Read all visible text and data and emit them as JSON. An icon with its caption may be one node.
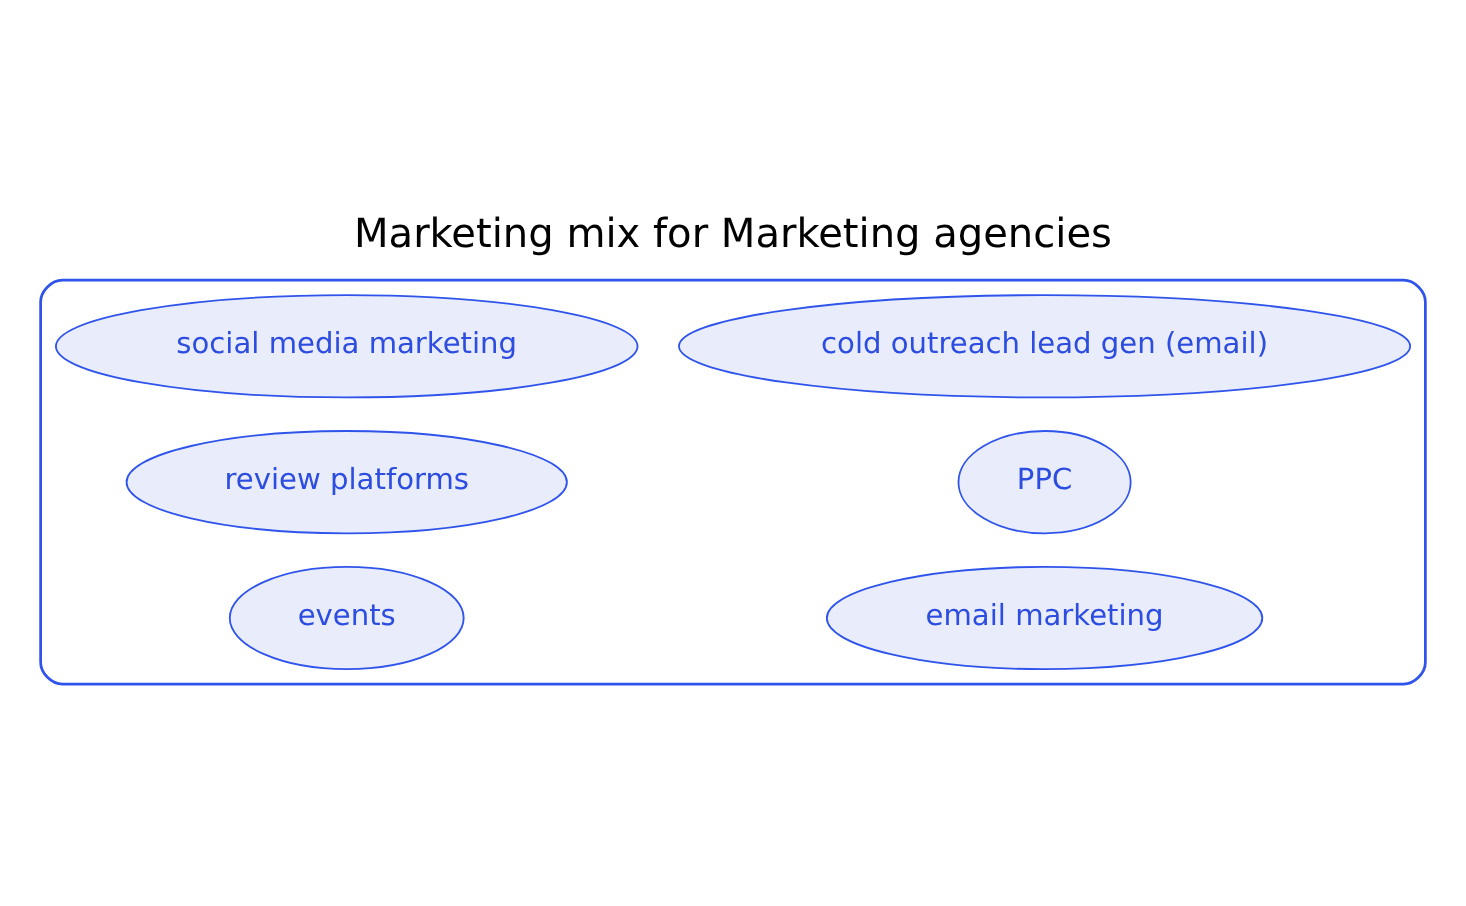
{
  "diagram": {
    "title": "Marketing mix for Marketing agencies",
    "nodes": [
      {
        "text": [],
        "shape": "box"
      },
      {
        "text": [
          "cold outreach lead gen (email)"
        ],
        "in": 0
      },
      {
        "text": [
          "social media marketing"
        ],
        "in": 0
      },
      {
        "text": [
          "PPC"
        ],
        "in": 0
      },
      {
        "text": [
          "review platforms"
        ],
        "in": 0
      },
      {
        "text": [
          "email marketing"
        ],
        "in": 0
      },
      {
        "text": [
          "events"
        ],
        "in": 0
      }
    ],
    "edges": []
  }
}
